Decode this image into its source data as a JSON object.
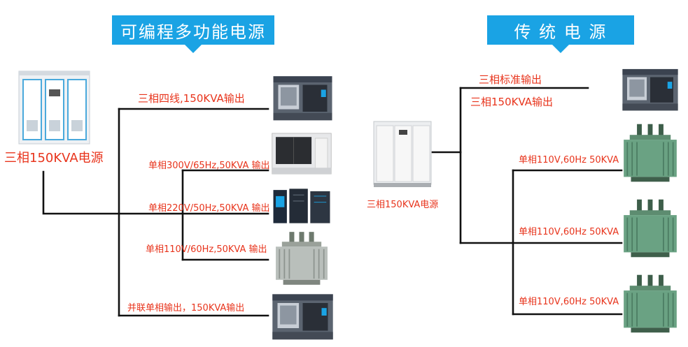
{
  "left": {
    "banner": "可编程多功能电源",
    "source_label": "三相150KVA电源",
    "outputs": [
      "三相四线,150KVA输出",
      "单相300V/65Hz,50KVA 输出",
      "单相220V/50Hz,50KVA 输出",
      "单相110V/60Hz,50KVA 输出",
      "并联单相输出，150KVA输出"
    ]
  },
  "right": {
    "banner": "传 统 电 源",
    "source_label": "三相150KVA电源",
    "outputs": [
      "三相标准输出",
      "三相150KVA输出",
      "单相110V,60Hz 50KVA",
      "单相110V,60Hz 50KVA",
      "单相110V,60Hz 50KVA"
    ]
  },
  "icons": {
    "cnc": "cnc-machine-icon",
    "chiller": "chiller-unit-icon",
    "server": "server-rack-icon",
    "transformer": "transformer-icon",
    "cabinet": "power-cabinet-icon"
  },
  "colors": {
    "banner": "#1aa3e4",
    "label": "#e8341c",
    "line": "#111111"
  }
}
